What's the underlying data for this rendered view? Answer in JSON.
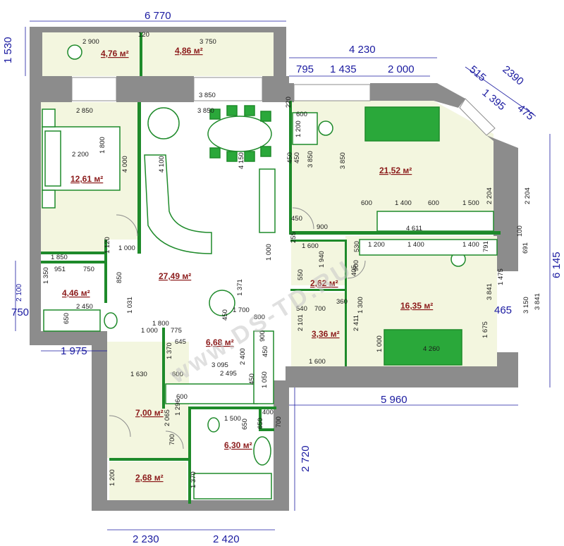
{
  "watermark": "www.DS-TD.RU",
  "colors": {
    "wall": "#8c8c8c",
    "partition": "#1e8a2a",
    "floor_living": "#f3f6df",
    "floor_bath": "#ffffff",
    "dimension": "#1a1aa0",
    "area_label": "#8b1a1a",
    "furniture": "#1e8a2a"
  },
  "rooms": [
    {
      "id": "balcony_left",
      "area": "4,76 м²"
    },
    {
      "id": "balcony_right",
      "area": "4,86 м²"
    },
    {
      "id": "bedroom",
      "area": "12,61 м²"
    },
    {
      "id": "living",
      "area": "27,49 м²"
    },
    {
      "id": "bath_small",
      "area": "4,46 м²"
    },
    {
      "id": "kitchen",
      "area": "6,68 м²"
    },
    {
      "id": "hall",
      "area": "7,00 м²"
    },
    {
      "id": "vestibule",
      "area": "2,68 м²"
    },
    {
      "id": "bathroom",
      "area": "6,30 м²"
    },
    {
      "id": "room_ne",
      "area": "21,52 м²"
    },
    {
      "id": "closet",
      "area": "2,62 м²"
    },
    {
      "id": "closet2",
      "area": "3,36 м²"
    },
    {
      "id": "room_se",
      "area": "16,35 м²"
    }
  ],
  "outer_dimensions": {
    "top": "6 770",
    "left_top": "1 530",
    "right_top": "4 230",
    "right_top_segments": [
      "795",
      "1 435",
      "2 000"
    ],
    "corner": [
      "515",
      "2390",
      "1 395",
      "475"
    ],
    "right_height": "6 145",
    "bottom_right": "5 960",
    "bottom_right_vertical": "2 720",
    "bottom_left": "1 975",
    "bottom": [
      "2 230",
      "2 420"
    ],
    "left_750": "750",
    "left_2100": "2 100",
    "right_465": "465"
  },
  "inner_dimensions": [
    "2 900",
    "120",
    "3 750",
    "3 850",
    "2 850",
    "3 850",
    "2 200",
    "1 800",
    "4 000",
    "4 100",
    "4 150",
    "1 000",
    "1 850",
    "951",
    "750",
    "1 120",
    "1 350",
    "850",
    "2 450",
    "1 031",
    "650",
    "1 800",
    "1 000",
    "775",
    "1 700",
    "800",
    "1 371",
    "1 000",
    "450",
    "3 095",
    "2 400",
    "2 495",
    "645",
    "1 370",
    "600",
    "1 630",
    "600",
    "1 296",
    "2 065",
    "700",
    "1 500",
    "650",
    "400",
    "700",
    "1 370",
    "1 200",
    "450",
    "600",
    "1 200",
    "450",
    "450",
    "3 850",
    "3 850",
    "220",
    "600",
    "1 400",
    "600",
    "1 500",
    "2 204",
    "2 204",
    "4 611",
    "900",
    "450",
    "255",
    "1 600",
    "530",
    "1 200",
    "1 400",
    "1 400",
    "791",
    "691",
    "100",
    "1 940",
    "405",
    "900",
    "1 475",
    "3 841",
    "3 841",
    "3 150",
    "550",
    "360",
    "540",
    "700",
    "1 300",
    "2 101",
    "2 411",
    "1 000",
    "4 260",
    "1 675",
    "1 600",
    "900",
    "450",
    "1 050",
    "650"
  ]
}
